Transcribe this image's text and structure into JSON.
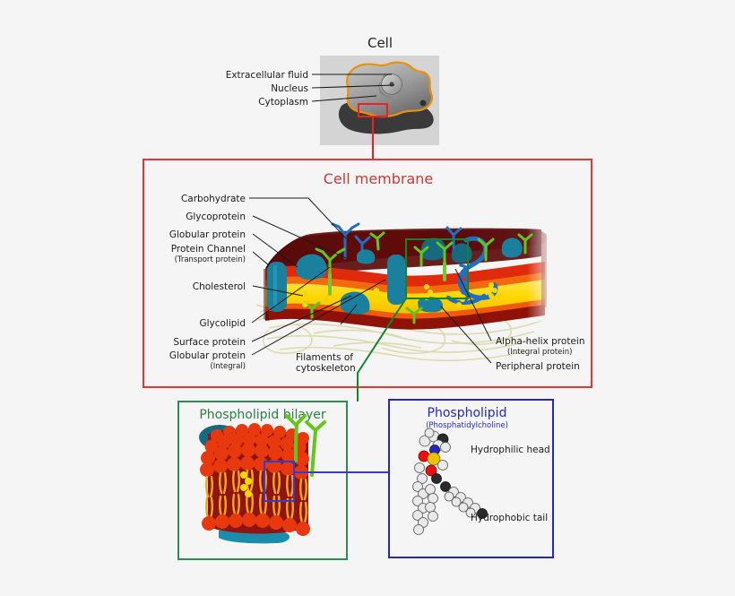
{
  "page": {
    "background_color": "#f5f5f5",
    "title_cell": "Cell"
  },
  "cell_panel": {
    "title": "Cell",
    "title_color": "#222222",
    "plate_color": "#d4d4d4",
    "membrane_outline_color": "#e8920a",
    "cytoplasm_color": "#9a9a9a",
    "shadow_color": "#3a3a3a",
    "highlight_box_color": "#ef2020",
    "labels": [
      {
        "text": "Extracellular fluid"
      },
      {
        "text": "Nucleus"
      },
      {
        "text": "Cytoplasm"
      }
    ]
  },
  "membrane_panel": {
    "title": "Cell membrane",
    "title_color": "#c23b3b",
    "border_color": "#e83434",
    "colors": {
      "top_dark": "#6b0f0f",
      "upper_red": "#d2200f",
      "orange": "#f07010",
      "core_yellow": "#ffd900",
      "deep_maroon": "#5e0d0d",
      "protein_teal": "#1b7f9e",
      "protein_dark_teal": "#15687f",
      "glyco_green": "#63c61c",
      "carb_blue": "#1f6fc4",
      "cholesterol_yellow": "#f5d900",
      "filament_khaki": "#ddd9a8"
    },
    "labels_left": [
      {
        "text": "Carbohydrate",
        "sub": ""
      },
      {
        "text": "Glycoprotein",
        "sub": ""
      },
      {
        "text": "Globular protein",
        "sub": ""
      },
      {
        "text": "Protein Channel",
        "sub": "(Transport protein)"
      },
      {
        "text": "Cholesterol",
        "sub": ""
      },
      {
        "text": "Glycolipid",
        "sub": ""
      },
      {
        "text": "Surface protein",
        "sub": ""
      },
      {
        "text": "Globular protein",
        "sub": "(Integral)"
      }
    ],
    "labels_center": [
      {
        "line1": "Filaments of",
        "line2": "cytoskeleton"
      }
    ],
    "labels_right": [
      {
        "text": "Alpha-helix protein",
        "sub": "(Integral protein)"
      },
      {
        "text": "Peripheral protein",
        "sub": ""
      }
    ],
    "zoom_box_color": "#11862f"
  },
  "bilayer_panel": {
    "title": "Phospholipid bilayer",
    "title_color": "#2d7d4a",
    "border_color": "#2e8b57",
    "colors": {
      "head_red": "#e8390e",
      "head_dark": "#8f1414",
      "tail_orange": "#f2a71b",
      "protein_teal": "#1b7f9e",
      "glyco_green": "#63c61c",
      "cholesterol_yellow": "#f5d900"
    },
    "inner_box_color": "#3a3ac8"
  },
  "phospholipid_panel": {
    "title": "Phospholipid",
    "subtitle": "(Phosphatidylcholine)",
    "title_color": "#2626c8",
    "border_color": "#2626c8",
    "labels": [
      {
        "text": "Hydrophilic head"
      },
      {
        "text": "Hydrophobic tail"
      }
    ],
    "atom_colors": {
      "carbon_white": "#e9e9e9",
      "oxygen_red": "#e81010",
      "phosphorus_yellow": "#e8c400",
      "nitrogen_blue": "#2020c8",
      "dark": "#2a2a2a"
    }
  },
  "connectors": {
    "cell_to_membrane_color": "#ef2020",
    "membrane_to_bilayer_color": "#11862f",
    "bilayer_to_phospholipid_color": "#3a3ac8"
  }
}
